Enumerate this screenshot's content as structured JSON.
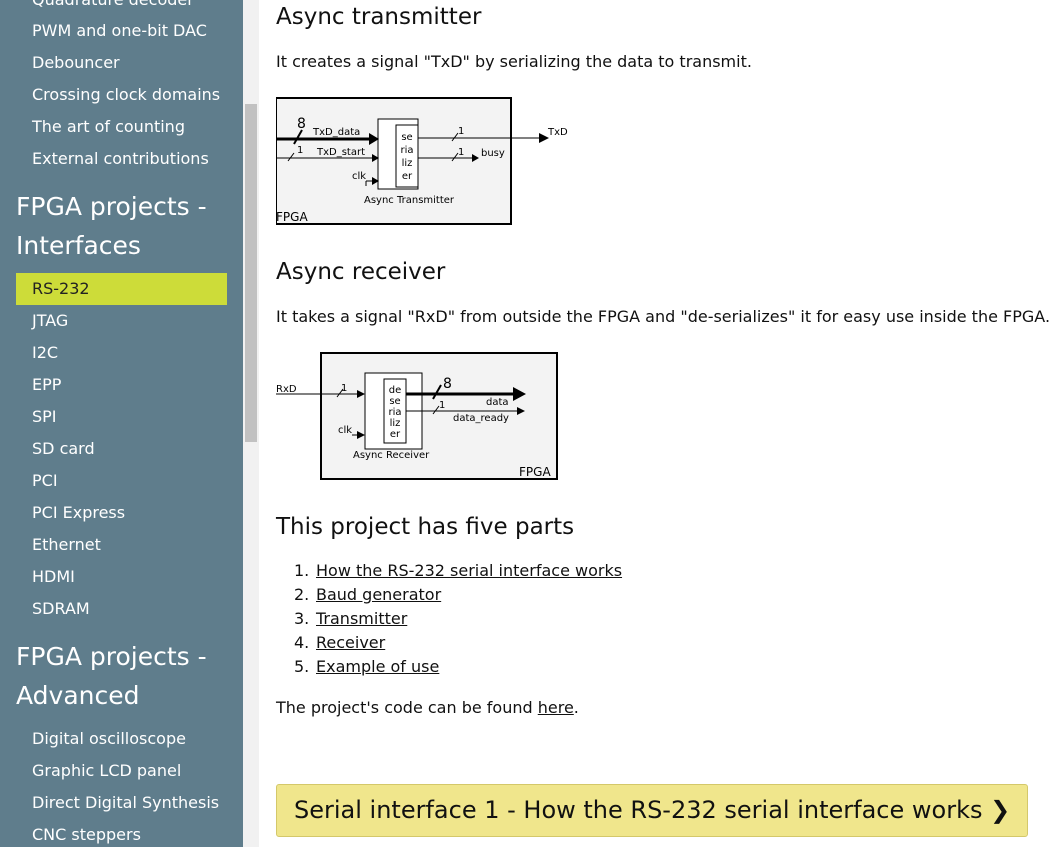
{
  "sidebar": {
    "group1_items": [
      "Quadrature decoder",
      "PWM and one-bit DAC",
      "Debouncer",
      "Crossing clock domains",
      "The art of counting",
      "External contributions"
    ],
    "heading_interfaces_line1": "FPGA projects -",
    "heading_interfaces_line2": "Interfaces",
    "interfaces_items": [
      "RS-232",
      "JTAG",
      "I2C",
      "EPP",
      "SPI",
      "SD card",
      "PCI",
      "PCI Express",
      "Ethernet",
      "HDMI",
      "SDRAM"
    ],
    "active_item": "RS-232",
    "heading_advanced_line1": "FPGA projects -",
    "heading_advanced_line2": "Advanced",
    "advanced_items": [
      "Digital oscilloscope",
      "Graphic LCD panel",
      "Direct Digital Synthesis",
      "CNC steppers"
    ]
  },
  "content": {
    "transmitter": {
      "title": "Async transmitter",
      "text": "It creates a signal \"TxD\" by serializing the data to transmit.",
      "diagram": {
        "txd_data": "TxD_data",
        "txd_start": "TxD_start",
        "clk": "clk",
        "bus8": "8",
        "bit1": "1",
        "block": [
          "se",
          "ria",
          "liz",
          "er"
        ],
        "caption": "Async Transmitter",
        "fpga": "FPGA",
        "txd": "TxD",
        "busy": "busy"
      }
    },
    "receiver": {
      "title": "Async receiver",
      "text": "It takes a signal \"RxD\" from outside the FPGA and \"de-serializes\" it for easy use inside the FPGA.",
      "diagram": {
        "rxd": "RxD",
        "clk": "clk",
        "bus8": "8",
        "bit1": "1",
        "block": [
          "de",
          "se",
          "ria",
          "liz",
          "er"
        ],
        "caption": "Async Receiver",
        "fpga": "FPGA",
        "data": "data",
        "data_ready": "data_ready"
      }
    },
    "parts": {
      "title": "This project has five parts",
      "items": [
        {
          "num": "1.",
          "label": "How the RS-232 serial interface works"
        },
        {
          "num": "2.",
          "label": "Baud generator"
        },
        {
          "num": "3.",
          "label": "Transmitter"
        },
        {
          "num": "4.",
          "label": "Receiver"
        },
        {
          "num": "5.",
          "label": "Example of use"
        }
      ]
    },
    "code_text_before": "The project's code can be found ",
    "code_link": "here",
    "code_text_after": ".",
    "next_button": "Serial interface 1 - How the RS-232 serial interface works ❯"
  },
  "colors": {
    "sidebar_bg": "#5f7d8c",
    "active_bg": "#cddc39",
    "next_bg": "#f0e68c"
  }
}
